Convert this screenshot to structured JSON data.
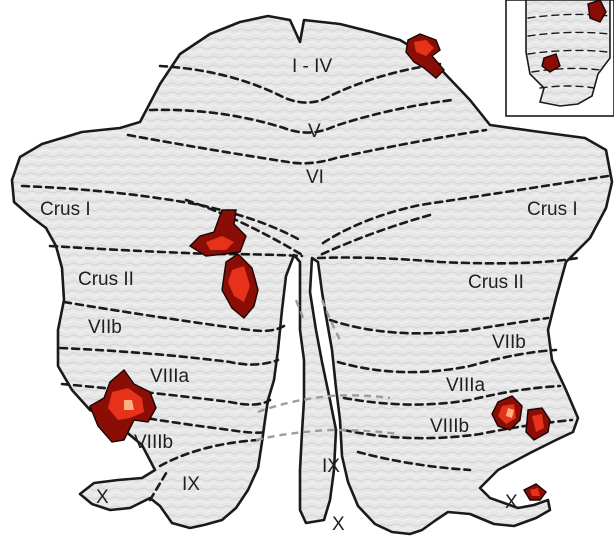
{
  "figure": {
    "labels": {
      "vermis_i_iv": "I - IV",
      "vermis_v": "V",
      "vermis_vi": "VI",
      "crus_i_left": "Crus I",
      "crus_i_right": "Crus I",
      "crus_ii_left": "Crus II",
      "crus_ii_right": "Crus II",
      "viib_left": "VIIb",
      "viib_right": "VIIb",
      "viiia_left": "VIIIa",
      "viiia_right": "VIIIa",
      "viiib_left": "VIIIb",
      "viiib_right": "VIIIb",
      "ix_left": "IX",
      "ix_center": "IX",
      "x_left": "X",
      "x_center": "X",
      "x_right": "X"
    },
    "colors": {
      "activation_dark": "#8a0e06",
      "activation_mid": "#e6321a",
      "activation_peak": "#ffb080",
      "tissue": "#e6e6e6",
      "outline": "#1a1a1a"
    }
  }
}
